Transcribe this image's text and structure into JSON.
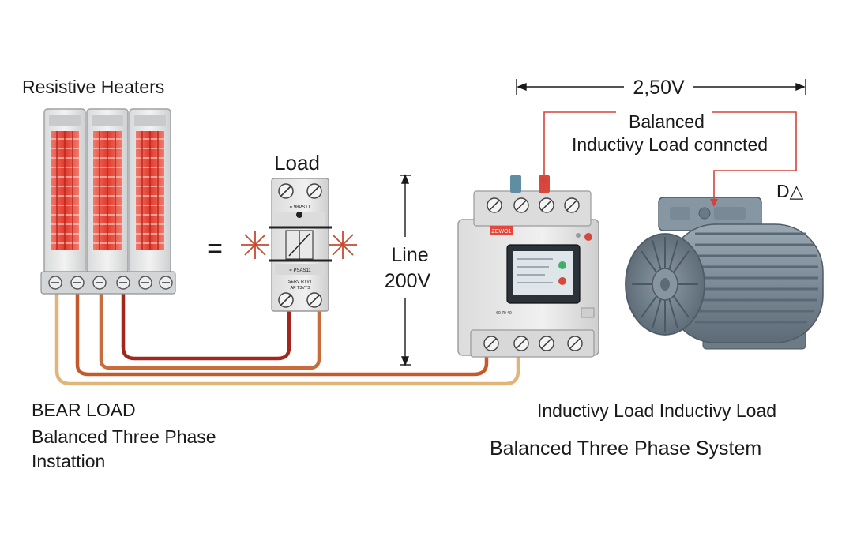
{
  "labels": {
    "resistive_heaters": "Resistive Heaters",
    "load": "Load",
    "equals": "=",
    "line_1": "Line",
    "line_2": "200V",
    "dimension": "2,50V",
    "balanced_1": "Balanced",
    "balanced_2": "Inductivy Load conncted",
    "delta": "D△",
    "bear_load": "BEAR LOAD",
    "left_caption_1": "Balanced Three Phase",
    "left_caption_2": "Instattion",
    "right_caption_1": "Inductivy Load Inductivy Load",
    "right_caption_2": "Balanced Three Phase System"
  },
  "breaker": {
    "top_text": "= 98PS1T",
    "mid_text": "= PSAS11",
    "bottom_text_1": "SERV RTVT",
    "bottom_text_2": "AF T3VT3"
  },
  "controller": {
    "tag": "ZEWO1",
    "status_text": "60 70 40"
  },
  "colors": {
    "wire_dark_red": "#a3261c",
    "wire_rust": "#c45a2c",
    "wire_tan": "#e0b57a",
    "annotation_red": "#d9423a",
    "heater_glow": "#e5493b",
    "motor_body": "#7e8d99"
  }
}
